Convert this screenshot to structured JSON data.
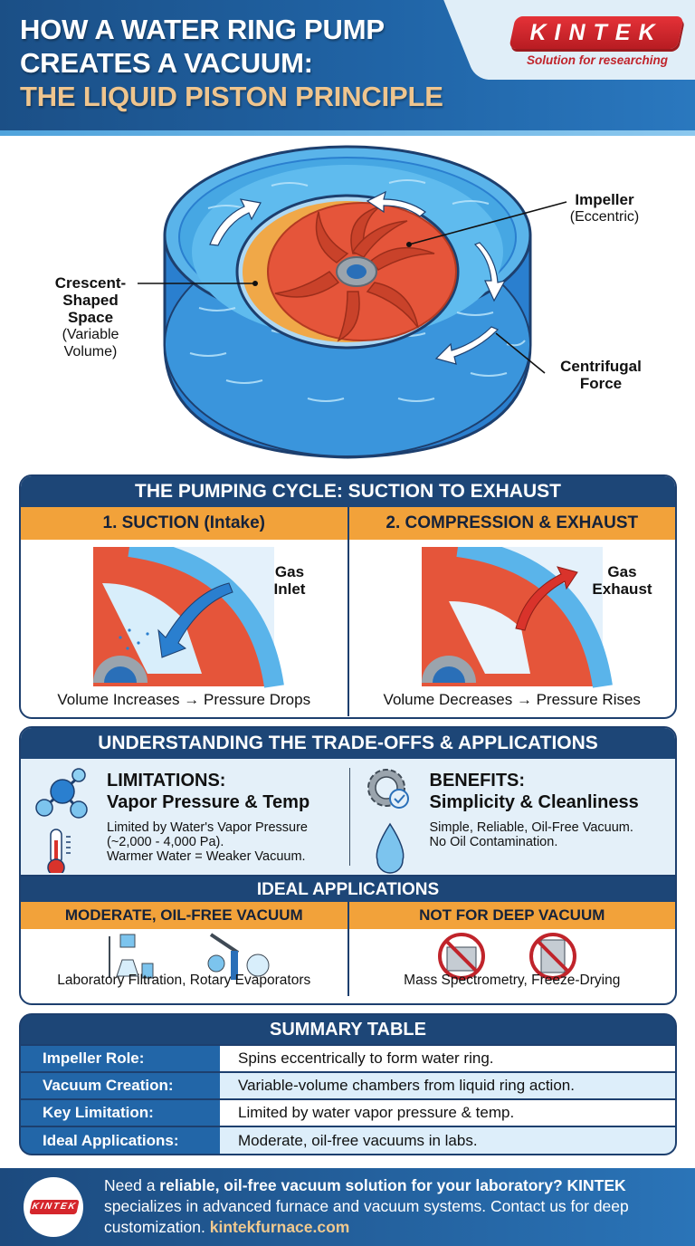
{
  "header": {
    "title_line1": "HOW A WATER RING PUMP",
    "title_line2": "CREATES A VACUUM:",
    "title_line3": "THE LIQUID PISTON PRINCIPLE",
    "logo_text": "KINTEK",
    "logo_tagline": "Solution for researching"
  },
  "diagram": {
    "impeller_label": "Impeller",
    "impeller_sub": "(Eccentric)",
    "crescent_label_1": "Crescent-",
    "crescent_label_2": "Shaped",
    "crescent_label_3": "Space",
    "crescent_sub": "(Variable Volume)",
    "centrifugal_label_1": "Centrifugal",
    "centrifugal_label_2": "Force"
  },
  "cycle": {
    "title": "THE PUMPING CYCLE: SUCTION TO EXHAUST",
    "steps": [
      {
        "heading": "1. SUCTION (Intake)",
        "arrow_label_1": "Gas",
        "arrow_label_2": "Inlet",
        "caption": "Volume Increases → Pressure Drops"
      },
      {
        "heading": "2. COMPRESSION & EXHAUST",
        "arrow_label_1": "Gas",
        "arrow_label_2": "Exhaust",
        "caption": "Volume Decreases → Pressure Rises"
      }
    ]
  },
  "tradeoffs": {
    "title": "UNDERSTANDING THE TRADE-OFFS & APPLICATIONS",
    "limitations": {
      "heading_1": "LIMITATIONS:",
      "heading_2": "Vapor Pressure & Temp",
      "text_1": "Limited by Water's Vapor Pressure",
      "text_2": "(~2,000 - 4,000 Pa).",
      "text_3": "Warmer Water = Weaker Vacuum."
    },
    "benefits": {
      "heading_1": "BENEFITS:",
      "heading_2": "Simplicity & Cleanliness",
      "text_1": "Simple, Reliable, Oil-Free Vacuum.",
      "text_2": "No Oil Contamination."
    }
  },
  "applications": {
    "title": "IDEAL APPLICATIONS",
    "columns": [
      {
        "heading": "MODERATE, OIL-FREE VACUUM",
        "caption": "Laboratory Filtration, Rotary Evaporators"
      },
      {
        "heading": "NOT FOR DEEP VACUUM",
        "caption": "Mass Spectrometry, Freeze-Drying"
      }
    ]
  },
  "summary": {
    "title": "SUMMARY TABLE",
    "rows": [
      {
        "key": "Impeller Role:",
        "value": "Spins eccentrically to form water ring."
      },
      {
        "key": "Vacuum Creation:",
        "value": "Variable-volume chambers from liquid ring action."
      },
      {
        "key": "Key Limitation:",
        "value": "Limited by water vapor pressure & temp."
      },
      {
        "key": "Ideal Applications:",
        "value": "Moderate, oil-free vacuums in labs."
      }
    ]
  },
  "footer": {
    "logo_text": "KINTEK",
    "text_1": "Need a ",
    "text_bold": "reliable, oil-free vacuum solution for your laboratory? KINTEK",
    "text_2": " specializes in advanced furnace and vacuum systems. Contact us for deep customization. ",
    "url": "kintekfurnace.com"
  },
  "colors": {
    "navy": "#1d4677",
    "orange": "#f2a23a",
    "accent_gold": "#efc58e",
    "brand_red": "#d5262c",
    "water_blue": "#3aa3e0",
    "impeller_red": "#e5553a"
  }
}
